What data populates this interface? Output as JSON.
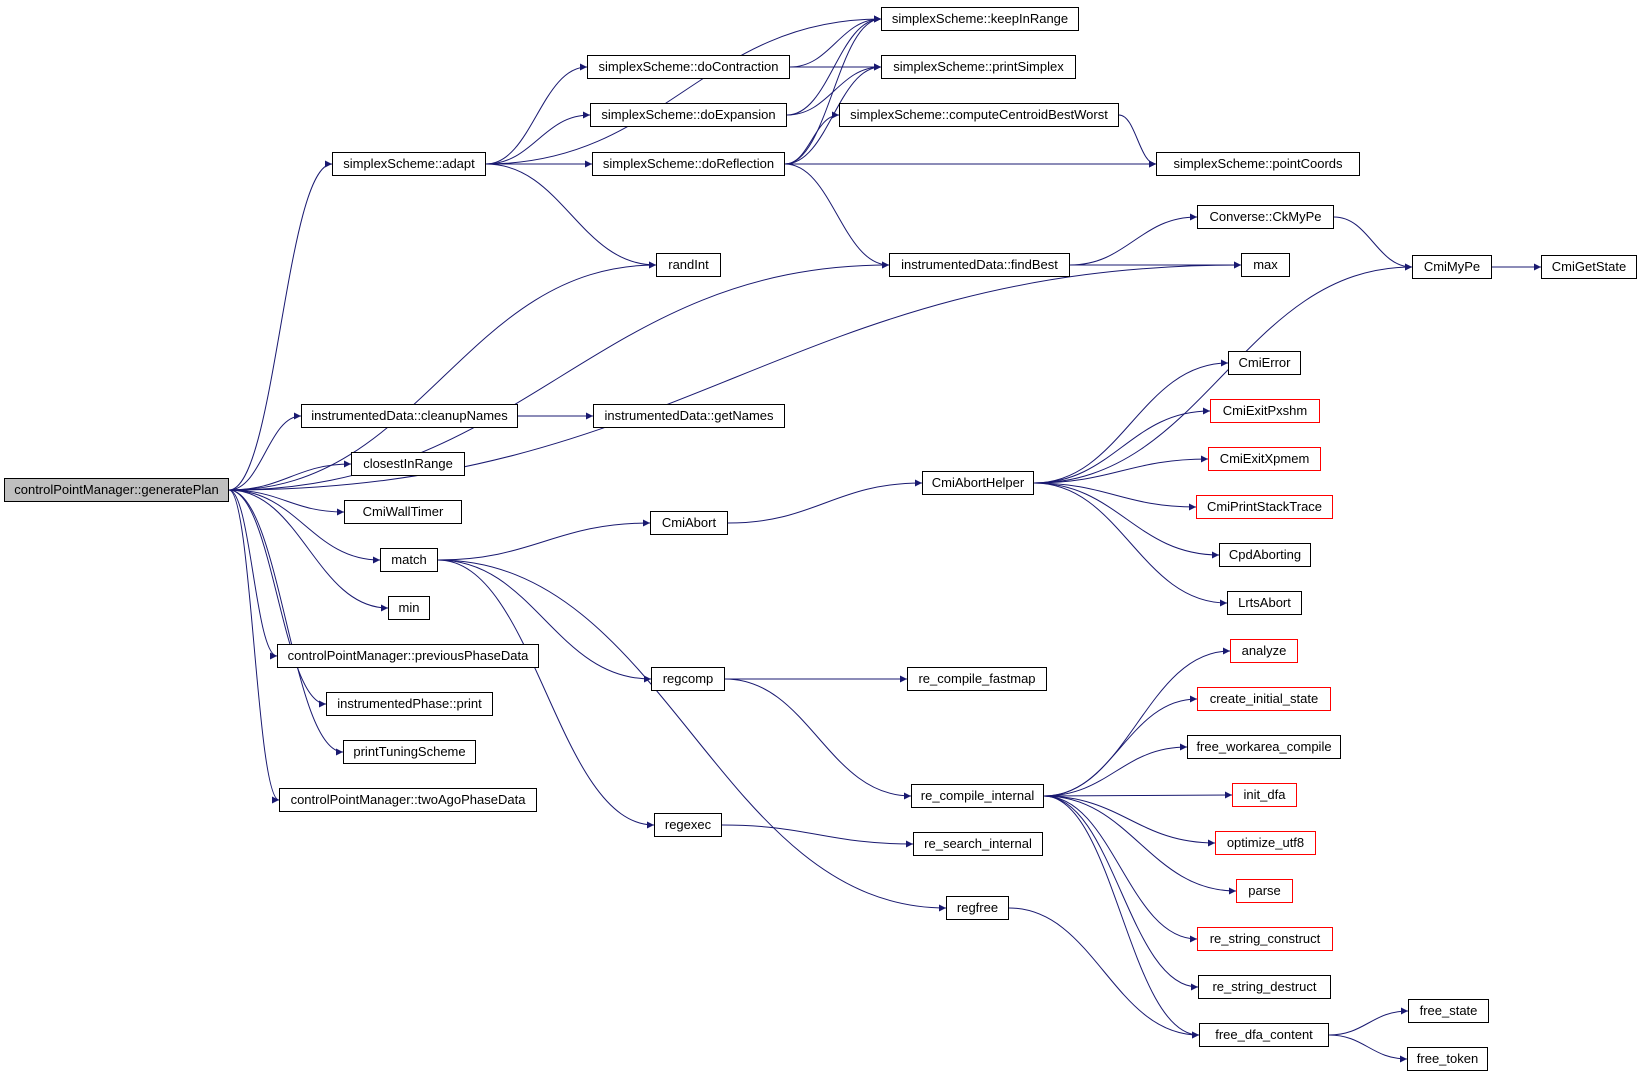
{
  "graph": {
    "edge_color": "#191970",
    "root_fill": "#bfbfbf",
    "truncated_border": "#ff0000",
    "nodes": {
      "generatePlan": {
        "label": "controlPointManager::generatePlan",
        "root": true
      },
      "adapt": {
        "label": "simplexScheme::adapt"
      },
      "cleanupNames": {
        "label": "instrumentedData::cleanupNames"
      },
      "closestInRange": {
        "label": "closestInRange"
      },
      "CmiWallTimer": {
        "label": "CmiWallTimer"
      },
      "match": {
        "label": "match"
      },
      "min": {
        "label": "min"
      },
      "previousPhaseData": {
        "label": "controlPointManager::previousPhaseData"
      },
      "phasePrint": {
        "label": "instrumentedPhase::print"
      },
      "printTuningScheme": {
        "label": "printTuningScheme"
      },
      "twoAgoPhaseData": {
        "label": "controlPointManager::twoAgoPhaseData"
      },
      "doContraction": {
        "label": "simplexScheme::doContraction"
      },
      "doExpansion": {
        "label": "simplexScheme::doExpansion"
      },
      "doReflection": {
        "label": "simplexScheme::doReflection"
      },
      "randInt": {
        "label": "randInt"
      },
      "getNames": {
        "label": "instrumentedData::getNames"
      },
      "keepInRange": {
        "label": "simplexScheme::keepInRange"
      },
      "printSimplex": {
        "label": "simplexScheme::printSimplex"
      },
      "computeCentroid": {
        "label": "simplexScheme::computeCentroidBestWorst"
      },
      "pointCoords": {
        "label": "simplexScheme::pointCoords"
      },
      "findBest": {
        "label": "instrumentedData::findBest"
      },
      "CkMyPe": {
        "label": "Converse::CkMyPe"
      },
      "max": {
        "label": "max"
      },
      "CmiMyPe": {
        "label": "CmiMyPe"
      },
      "CmiGetState": {
        "label": "CmiGetState"
      },
      "CmiAbort": {
        "label": "CmiAbort"
      },
      "CmiAbortHelper": {
        "label": "CmiAbortHelper"
      },
      "CmiError": {
        "label": "CmiError"
      },
      "CmiExitPxshm": {
        "label": "CmiExitPxshm",
        "truncated": true
      },
      "CmiExitXpmem": {
        "label": "CmiExitXpmem",
        "truncated": true
      },
      "CmiPrintStackTrace": {
        "label": "CmiPrintStackTrace",
        "truncated": true
      },
      "CpdAborting": {
        "label": "CpdAborting"
      },
      "LrtsAbort": {
        "label": "LrtsAbort"
      },
      "regcomp": {
        "label": "regcomp"
      },
      "regexec": {
        "label": "regexec"
      },
      "regfree": {
        "label": "regfree"
      },
      "re_compile_fastmap": {
        "label": "re_compile_fastmap"
      },
      "re_compile_internal": {
        "label": "re_compile_internal"
      },
      "re_search_internal": {
        "label": "re_search_internal"
      },
      "analyze": {
        "label": "analyze",
        "truncated": true
      },
      "create_initial_state": {
        "label": "create_initial_state",
        "truncated": true
      },
      "free_workarea_compile": {
        "label": "free_workarea_compile"
      },
      "init_dfa": {
        "label": "init_dfa",
        "truncated": true
      },
      "optimize_utf8": {
        "label": "optimize_utf8",
        "truncated": true
      },
      "parse": {
        "label": "parse",
        "truncated": true
      },
      "re_string_construct": {
        "label": "re_string_construct",
        "truncated": true
      },
      "re_string_destruct": {
        "label": "re_string_destruct"
      },
      "free_dfa_content": {
        "label": "free_dfa_content"
      },
      "free_state": {
        "label": "free_state"
      },
      "free_token": {
        "label": "free_token"
      }
    },
    "edges": [
      [
        "generatePlan",
        "adapt"
      ],
      [
        "generatePlan",
        "randInt"
      ],
      [
        "generatePlan",
        "findBest"
      ],
      [
        "generatePlan",
        "max"
      ],
      [
        "generatePlan",
        "cleanupNames"
      ],
      [
        "generatePlan",
        "closestInRange"
      ],
      [
        "generatePlan",
        "CmiWallTimer"
      ],
      [
        "generatePlan",
        "match"
      ],
      [
        "generatePlan",
        "min"
      ],
      [
        "generatePlan",
        "previousPhaseData"
      ],
      [
        "generatePlan",
        "phasePrint"
      ],
      [
        "generatePlan",
        "printTuningScheme"
      ],
      [
        "generatePlan",
        "twoAgoPhaseData"
      ],
      [
        "adapt",
        "keepInRange"
      ],
      [
        "adapt",
        "doContraction"
      ],
      [
        "adapt",
        "doExpansion"
      ],
      [
        "adapt",
        "doReflection"
      ],
      [
        "adapt",
        "pointCoords"
      ],
      [
        "adapt",
        "randInt"
      ],
      [
        "doContraction",
        "keepInRange"
      ],
      [
        "doContraction",
        "printSimplex"
      ],
      [
        "doExpansion",
        "keepInRange"
      ],
      [
        "doExpansion",
        "printSimplex"
      ],
      [
        "doReflection",
        "keepInRange"
      ],
      [
        "doReflection",
        "printSimplex"
      ],
      [
        "doReflection",
        "computeCentroid"
      ],
      [
        "doReflection",
        "pointCoords"
      ],
      [
        "doReflection",
        "findBest"
      ],
      [
        "computeCentroid",
        "pointCoords"
      ],
      [
        "findBest",
        "CkMyPe"
      ],
      [
        "findBest",
        "max"
      ],
      [
        "CkMyPe",
        "CmiMyPe"
      ],
      [
        "CmiMyPe",
        "CmiGetState"
      ],
      [
        "cleanupNames",
        "getNames"
      ],
      [
        "match",
        "CmiAbort"
      ],
      [
        "match",
        "regcomp"
      ],
      [
        "match",
        "regexec"
      ],
      [
        "match",
        "regfree"
      ],
      [
        "CmiAbort",
        "CmiAbortHelper"
      ],
      [
        "CmiAbortHelper",
        "CmiMyPe"
      ],
      [
        "CmiAbortHelper",
        "CmiError"
      ],
      [
        "CmiAbortHelper",
        "CmiExitPxshm"
      ],
      [
        "CmiAbortHelper",
        "CmiExitXpmem"
      ],
      [
        "CmiAbortHelper",
        "CmiPrintStackTrace"
      ],
      [
        "CmiAbortHelper",
        "CpdAborting"
      ],
      [
        "CmiAbortHelper",
        "LrtsAbort"
      ],
      [
        "regcomp",
        "re_compile_fastmap"
      ],
      [
        "regcomp",
        "re_compile_internal"
      ],
      [
        "regexec",
        "re_search_internal"
      ],
      [
        "regfree",
        "free_dfa_content"
      ],
      [
        "re_compile_internal",
        "analyze"
      ],
      [
        "re_compile_internal",
        "create_initial_state"
      ],
      [
        "re_compile_internal",
        "free_workarea_compile"
      ],
      [
        "re_compile_internal",
        "init_dfa"
      ],
      [
        "re_compile_internal",
        "optimize_utf8"
      ],
      [
        "re_compile_internal",
        "parse"
      ],
      [
        "re_compile_internal",
        "re_string_construct"
      ],
      [
        "re_compile_internal",
        "re_string_destruct"
      ],
      [
        "re_compile_internal",
        "free_dfa_content"
      ],
      [
        "free_dfa_content",
        "free_state"
      ],
      [
        "free_dfa_content",
        "free_token"
      ]
    ]
  }
}
